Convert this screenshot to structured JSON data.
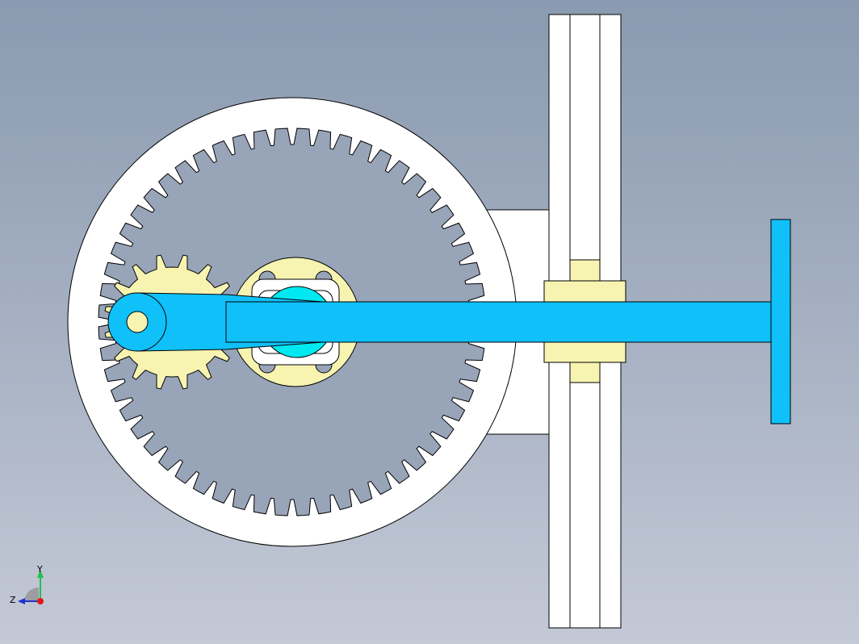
{
  "triad": {
    "y_label": "Y",
    "z_label": "Z",
    "y_color": "#22c04a",
    "z_color": "#2233cc",
    "x_color": "#e01818"
  },
  "colors": {
    "background_top": "#8a9ab0",
    "background_bottom": "#c4c9d6",
    "housing": "#ffffff",
    "planet_gear": "#f6f4b0",
    "carrier": "#f6f4b0",
    "crank_arm": "#10c0f8",
    "hub": "#00e8f0",
    "slider_block": "#f6f4b0",
    "outline": "#000000"
  },
  "ring_gear": {
    "teeth": 56
  },
  "planet_gear": {
    "teeth": 16
  }
}
